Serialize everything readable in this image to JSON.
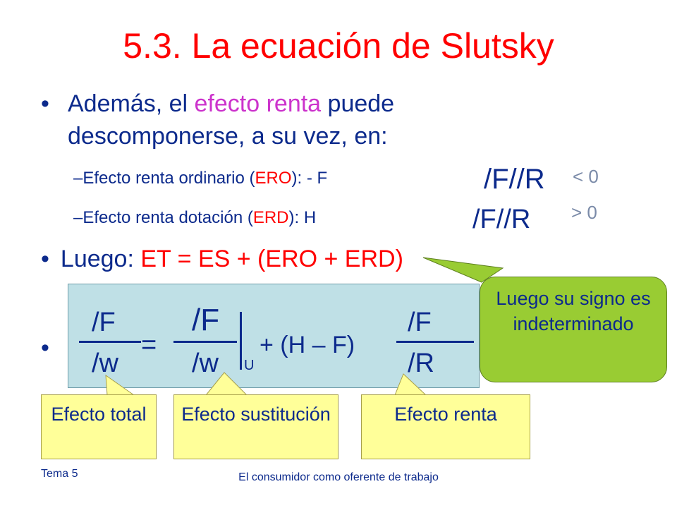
{
  "title": "5.3. La ecuación de Slutsky",
  "bullet1": {
    "before": "Además, el ",
    "highlight": "efecto renta",
    "after": " puede descomponerse, a su vez, en:"
  },
  "sub1": {
    "dash": "–",
    "a": "Efecto renta ordinario (",
    "code": "ERO",
    "b": "): - F",
    "deriv": "/F//R",
    "sign": "< 0"
  },
  "sub2": {
    "dash": "–",
    "a": "Efecto renta dotación (",
    "code": "ERD",
    "b": "): H",
    "deriv": "/F//R",
    "sign": "> 0"
  },
  "bullet2": {
    "label": "Luego: ",
    "formula": "ET = ES + (ERO + ERD)"
  },
  "bullet3_dot": "•",
  "equation": {
    "lhs_num": "/F",
    "lhs_den": "/w",
    "eq": "=",
    "mid_num": "/F",
    "mid_den": "/w",
    "mid_sub": "U",
    "plus_term": "+ (H – F)",
    "rhs_num": "/F",
    "rhs_den": "/R"
  },
  "callouts": {
    "green": "Luego su signo es indeterminado",
    "total": "Efecto total",
    "sustitucion": "Efecto sustitución",
    "renta": "Efecto renta"
  },
  "footer": {
    "left": "Tema 5",
    "center": "El consumidor como oferente de trabajo"
  },
  "colors": {
    "title": "#ff0000",
    "text": "#0c2a8c",
    "highlight": "#cc33cc",
    "box": "#bfe0e6",
    "callout": "#ffff99",
    "green": "#99cc33"
  }
}
